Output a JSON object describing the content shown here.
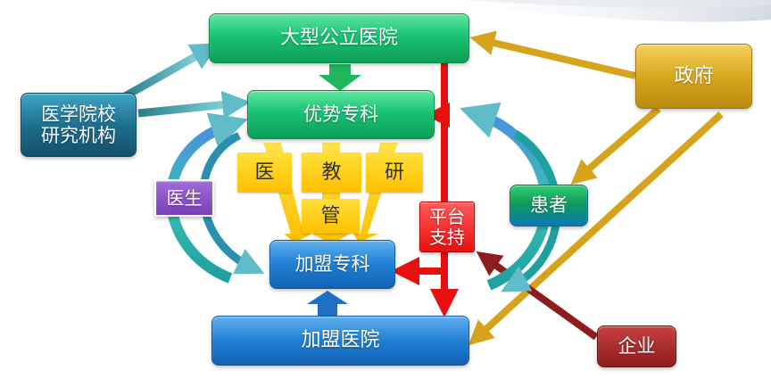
{
  "nodes": {
    "large_hospital": "大型公立医院",
    "specialty_advantage": "优势专科",
    "member_specialty": "加盟专科",
    "member_hospital": "加盟医院",
    "medical_school": "医学院校\n研究机构",
    "government": "政府",
    "patient": "患者",
    "enterprise": "企业",
    "doctor": "医生",
    "platform_support": "平台\n支持"
  },
  "resources": {
    "yi": "医",
    "jiao": "教",
    "yan": "研",
    "guan": "管"
  },
  "colors": {
    "green": "#19c374",
    "blue": "#1f7fd4",
    "teal": "#1c6b8b",
    "gold": "#d6a41c",
    "red": "#e80f0f",
    "dark_red": "#8e1c1c",
    "purple": "#7a3fb8",
    "yellow": "#ffc000"
  }
}
